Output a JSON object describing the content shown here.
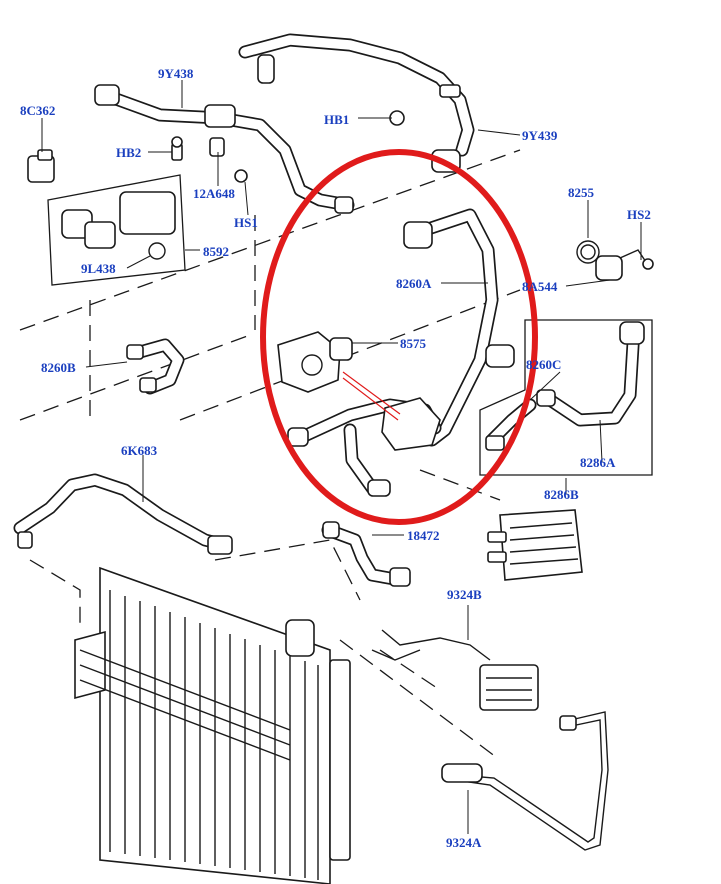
{
  "diagram": {
    "highlight_color": "#e01b1b",
    "label_color": "#1a3fbf",
    "parts": {
      "p_9y438": "9Y438",
      "p_8c362": "8C362",
      "p_hb1": "HB1",
      "p_9y439": "9Y439",
      "p_hb2": "HB2",
      "p_12a648": "12A648",
      "p_hs1": "HS1",
      "p_8255": "8255",
      "p_hs2": "HS2",
      "p_9l438": "9L438",
      "p_8592": "8592",
      "p_8260a": "8260A",
      "p_8a544": "8A544",
      "p_8575": "8575",
      "p_8260b": "8260B",
      "p_8260c": "8260C",
      "p_8286a": "8286A",
      "p_6k683": "6K683",
      "p_8286b": "8286B",
      "p_18472": "18472",
      "p_9324b": "9324B",
      "p_9324a": "9324A"
    }
  }
}
